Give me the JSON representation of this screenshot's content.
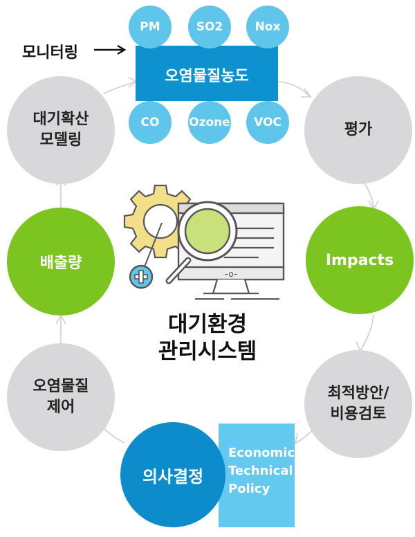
{
  "monitoring": {
    "label": "모니터링",
    "box_title": "오염물질농도",
    "pollutants_top": [
      "PM",
      "SO2",
      "Nox"
    ],
    "pollutants_bottom": [
      "CO",
      "Ozone",
      "VOC"
    ]
  },
  "cycle": {
    "evaluation": "평가",
    "impacts": "Impacts",
    "optimization": "최적방안/\n비용검토",
    "decision": "의사결정",
    "control": "오염물질\n제어",
    "emissions": "배출량",
    "modeling": "대기확산\n모델링"
  },
  "decision_factors": [
    "Economic",
    "Technical",
    "Policy"
  ],
  "center": {
    "title": "대기환경\n관리시스템",
    "monitor_glyph": "–o–"
  },
  "colors": {
    "blue": "#0d92cf",
    "light_blue": "#5fc5ea",
    "green": "#7cc520",
    "grey": "#d8d8da",
    "yellow_gear": "#f3de8a"
  },
  "icons": [
    "gear-icon",
    "magnifier-icon",
    "plus-icon",
    "monitor-icon",
    "arrow-icon"
  ]
}
